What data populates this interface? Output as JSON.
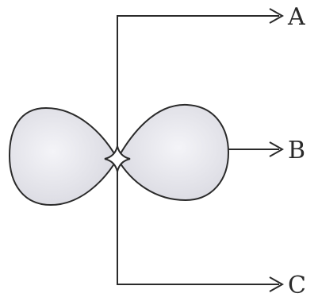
{
  "diagram": {
    "labels": {
      "a": "A",
      "b": "B",
      "c": "C"
    },
    "colors": {
      "line": "#2a2a2a",
      "lobe_fill": "#e9e9ef",
      "lobe_shade": "#d4d4dc",
      "background": "#ffffff"
    }
  }
}
